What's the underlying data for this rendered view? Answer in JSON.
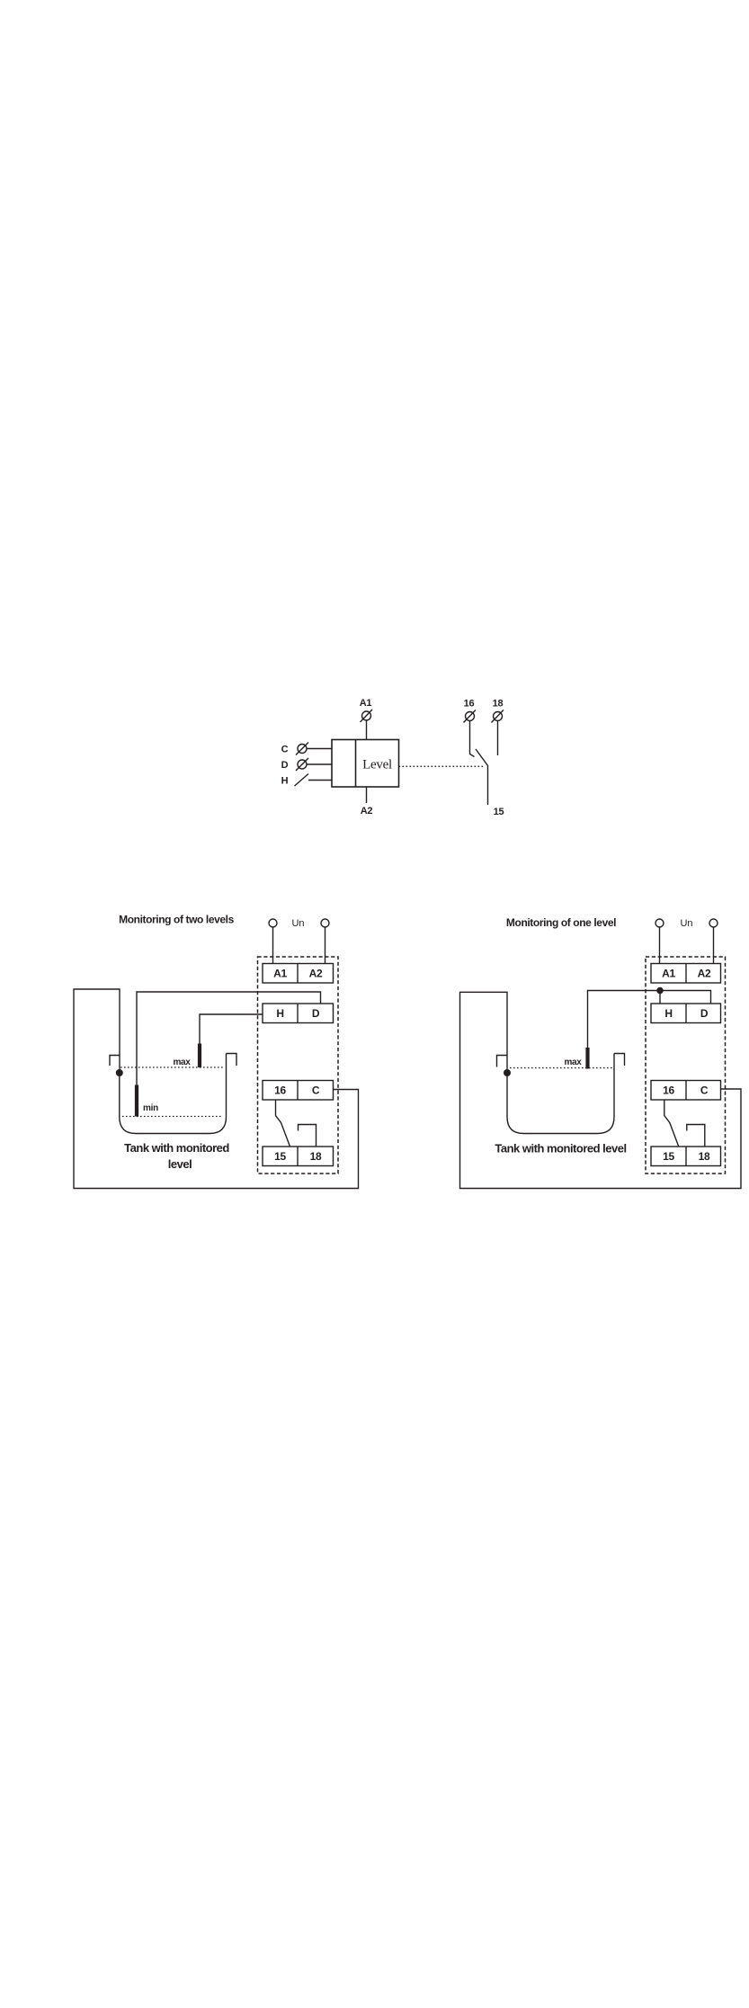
{
  "colors": {
    "ink": "#231f20",
    "background": "#ffffff"
  },
  "top": {
    "device_label": "Level",
    "inputs": {
      "c": "C",
      "d": "D",
      "h": "H"
    },
    "terminals": {
      "a1": "A1",
      "a2": "A2",
      "t16": "16",
      "t18": "18",
      "t15": "15"
    }
  },
  "left": {
    "title": "Monitoring of two levels",
    "supply_label": "Un",
    "terminals": {
      "a1": "A1",
      "a2": "A2",
      "h": "H",
      "d": "D",
      "t16": "16",
      "c": "C",
      "t15": "15",
      "t18": "18"
    },
    "levels": {
      "max": "max",
      "min": "min"
    },
    "tank_label_line1": "Tank with monitored",
    "tank_label_line2": "level"
  },
  "right": {
    "title": "Monitoring of one level",
    "supply_label": "Un",
    "terminals": {
      "a1": "A1",
      "a2": "A2",
      "h": "H",
      "d": "D",
      "t16": "16",
      "c": "C",
      "t15": "15",
      "t18": "18"
    },
    "levels": {
      "max": "max"
    },
    "tank_label": "Tank with monitored level"
  }
}
